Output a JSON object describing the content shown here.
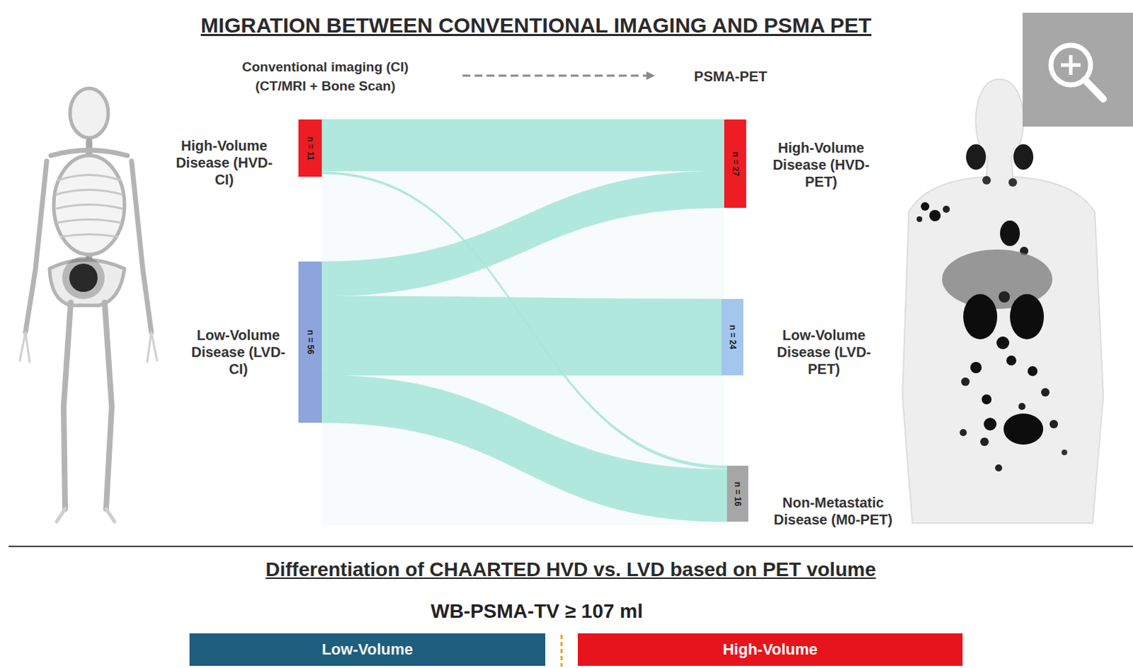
{
  "diagram": {
    "title": "MIGRATION BETWEEN CONVENTIONAL IMAGING AND PSMA PET",
    "nodes": [
      {
        "text": [
          "n = 11",
          "High-Volume Disease (HVD-CI)"
        ]
      },
      {
        "text": [
          "n = 56",
          "Low-Volume Disease (LVD-CI)"
        ]
      },
      {
        "text": [
          "n = 27",
          "High-Volume Disease (HVD-PET)"
        ]
      },
      {
        "text": [
          "n = 24",
          "Low-Volume Disease (LVD-PET)"
        ]
      },
      {
        "text": [
          "n = 16",
          "Non-Metastatic Disease (M0-PET)"
        ]
      },
      {
        "text": [
          "Low-Volume"
        ]
      },
      {
        "text": [
          "High-Volume"
        ]
      }
    ],
    "edges": [
      {
        "from": 0,
        "to": 2,
        "arrow": "none"
      },
      {
        "from": 0,
        "to": 4,
        "arrow": "none"
      },
      {
        "from": 1,
        "to": 2,
        "arrow": "none"
      },
      {
        "from": 1,
        "to": 3,
        "arrow": "none"
      },
      {
        "from": 1,
        "to": 4,
        "arrow": "none"
      }
    ],
    "labels": [
      "Conventional imaging (CI) (CT/MRI + Bone Scan)",
      "PSMA-PET",
      "Differentiation of CHAARTED HVD vs. LVD based on PET volume",
      "WB-PSMA-TV ≥ 107 ml"
    ]
  }
}
